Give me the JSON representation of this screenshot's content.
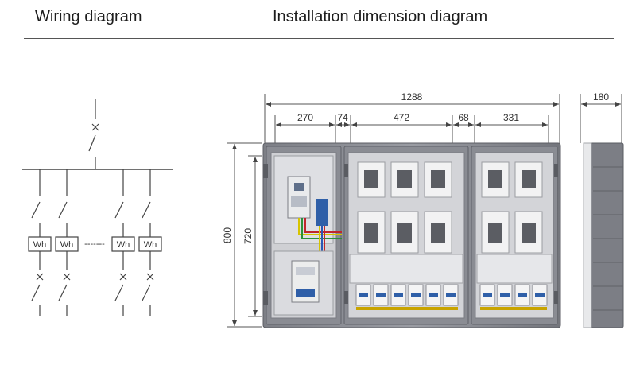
{
  "headings": {
    "wiring": "Wiring diagram",
    "installation": "Installation dimension diagram"
  },
  "wiring": {
    "meter_label": "Wh",
    "ellipsis": "-------"
  },
  "dimensions": {
    "overall_width": "1288",
    "depth": "180",
    "section_1": "270",
    "section_2": "74",
    "section_3": "472",
    "section_4": "68",
    "section_5": "331",
    "overall_height": "800",
    "inner_height": "720"
  }
}
